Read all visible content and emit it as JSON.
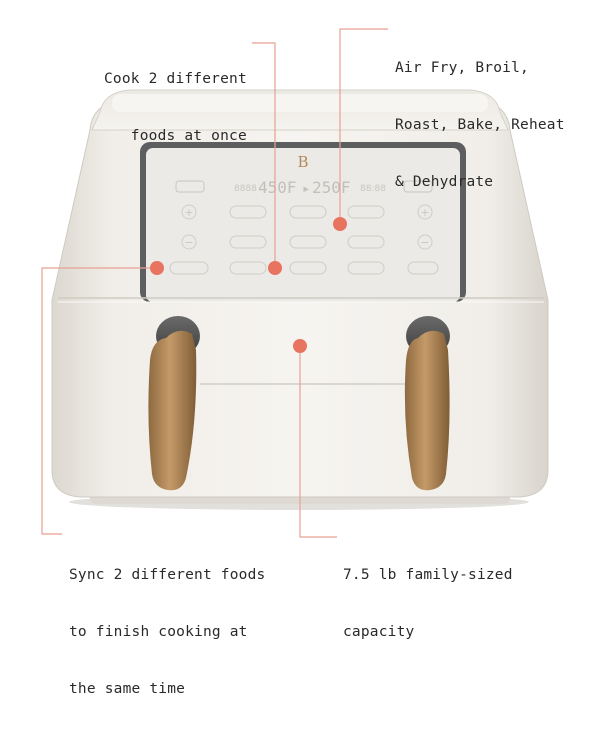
{
  "callouts": {
    "cook_two": [
      "Cook 2 different",
      "foods at once"
    ],
    "modes": [
      "Air Fry, Broil,",
      "Roast, Bake, Reheat",
      "& Dehydrate"
    ],
    "sync": [
      "Sync 2 different foods",
      "to finish cooking at",
      "the same time"
    ],
    "capacity": [
      "7.5 lb family-sized",
      "capacity"
    ]
  },
  "panel": {
    "logo": "B",
    "display_left": "450F",
    "display_right": "250F"
  },
  "colors": {
    "accent": "#e8735f",
    "body": "#efece6",
    "handle": "#b48a5a",
    "panel": "#e9e8e4"
  }
}
